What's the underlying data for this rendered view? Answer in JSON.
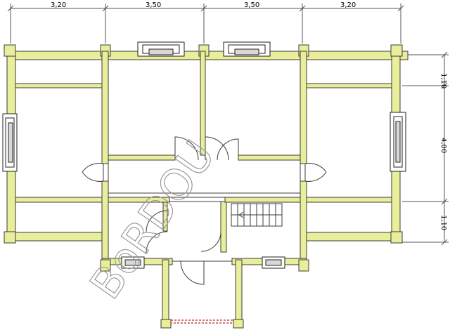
{
  "dimensions": {
    "top": [
      "3,20",
      "3,50",
      "3,50",
      "3,20"
    ],
    "right": [
      "1,10",
      "4,00",
      "1,10"
    ]
  },
  "colors": {
    "wall": "#e9ee9a",
    "wall_outline": "#3c3c3c",
    "dimension_line": "#555555",
    "door_threshold": "#c0504d",
    "watermark": "#9a9a9a"
  },
  "watermark": "BoRDOU"
}
